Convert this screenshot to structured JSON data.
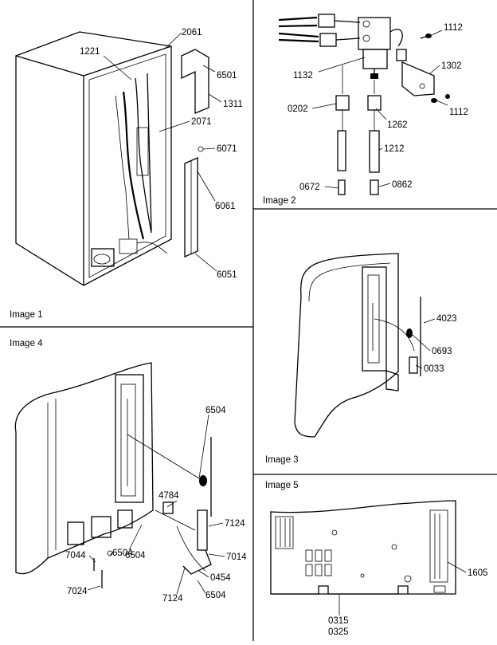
{
  "panels": [
    {
      "title": "Image 1",
      "callouts": [
        "2061",
        "1221",
        "6501",
        "1311",
        "2071",
        "6071",
        "6061",
        "6051"
      ]
    },
    {
      "title": "Image 2",
      "callouts": [
        "1112",
        "1302",
        "1132",
        "0202",
        "1262",
        "1112",
        "1212",
        "0672",
        "0862"
      ]
    },
    {
      "title": "Image 3",
      "callouts": [
        "4023",
        "0693",
        "0033"
      ]
    },
    {
      "title": "Image 4",
      "callouts": [
        "6504",
        "4784",
        "7124",
        "7014",
        "0454",
        "6504",
        "7124",
        "6504",
        "7044",
        "6504",
        "7024"
      ]
    },
    {
      "title": "Image 5",
      "callouts": [
        "1605",
        "0315",
        "0325"
      ]
    }
  ]
}
